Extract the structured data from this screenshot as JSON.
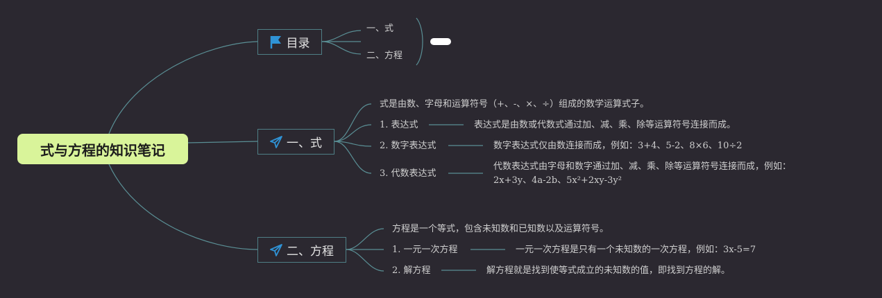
{
  "root": {
    "title": "式与方程的知识笔记"
  },
  "topics": [
    {
      "label": "目录",
      "icon": "flag-icon",
      "items": [
        "一、式",
        "二、方程"
      ]
    },
    {
      "label": "一、式",
      "icon": "paper-plane-icon",
      "intro": "式是由数、字母和运算符号（+、-、×、÷）组成的数学运算式子。",
      "items": [
        {
          "label": "1. 表达式",
          "desc": "表达式是由数或代数式通过加、减、乘、除等运算符号连接而成。"
        },
        {
          "label": "2. 数字表达式",
          "desc": "数字表达式仅由数连接而成，例如：3+4、5-2、8×6、10÷2"
        },
        {
          "label": "3. 代数表达式",
          "desc": "代数表达式由字母和数字通过加、减、乘、除等运算符号连接而成，例如：",
          "desc2": "2x+3y、4a-2b、5x²+2xy-3y²"
        }
      ]
    },
    {
      "label": "二、方程",
      "icon": "paper-plane-icon",
      "intro": "方程是一个等式，包含未知数和已知数以及运算符号。",
      "items": [
        {
          "label": "1. 一元一次方程",
          "desc": "一元一次方程是只有一个未知数的一次方程，例如：3x-5=7"
        },
        {
          "label": "2. 解方程",
          "desc": "解方程就是找到使等式成立的未知数的值，即找到方程的解。"
        }
      ]
    }
  ],
  "colors": {
    "background": "#2b2830",
    "root_fill": "#d9f49a",
    "connector": "#5a8f95",
    "icon_blue": "#2f93d6"
  }
}
